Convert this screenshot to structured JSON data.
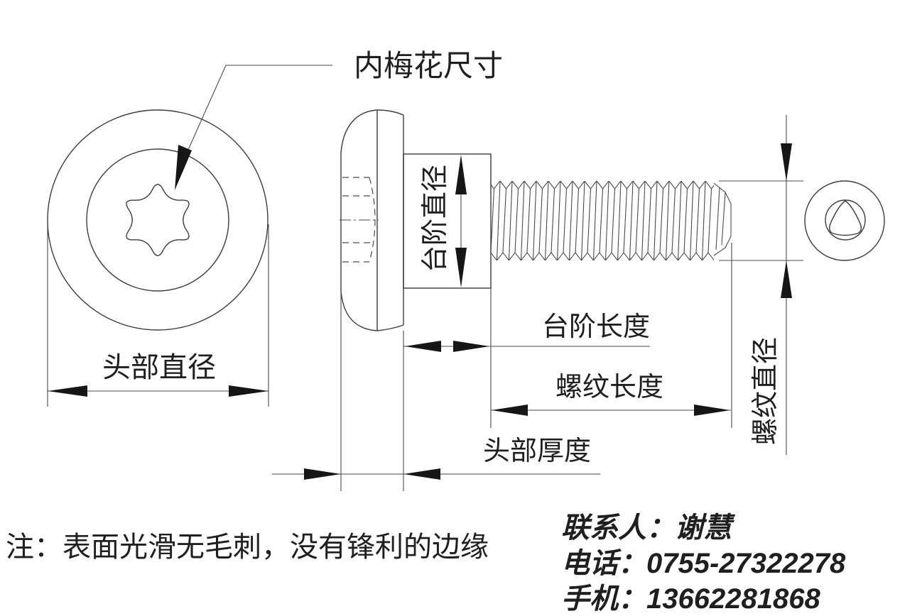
{
  "callout": {
    "torx_size_label": "内梅花尺寸"
  },
  "dimensions": {
    "head_diameter": "头部直径",
    "step_diameter": "台阶直径",
    "step_length": "台阶长度",
    "thread_length": "螺纹长度",
    "head_thickness": "头部厚度",
    "thread_diameter": "螺纹直径"
  },
  "note": "注：表面光滑无毛刺，没有锋利的边缘",
  "contact": {
    "person": "联系人：谢慧",
    "phone": "电话：0755-27322278",
    "mobile": "手机：13662281868"
  },
  "colors": {
    "line": "#3c3c3c",
    "arrow": "#161616",
    "accent_orange": "#F9A21B",
    "background": "#FFFFFF"
  }
}
